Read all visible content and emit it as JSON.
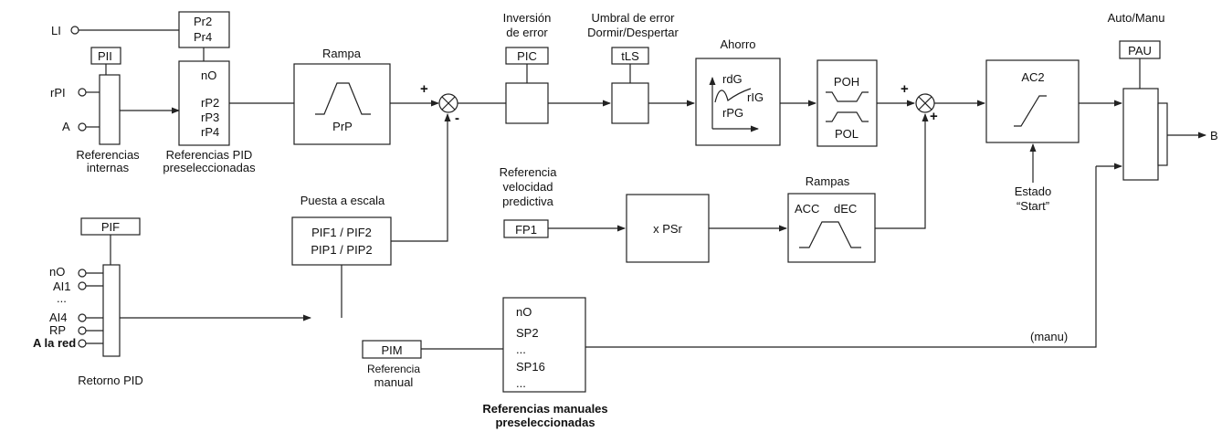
{
  "inputs": {
    "li": "LI",
    "rpi": "rPI",
    "a": "A",
    "no": "nO",
    "ai1": "AI1",
    "ellipsis": "...",
    "ai4": "AI4",
    "rp": "RP",
    "a_la_red": "A la red"
  },
  "blocks": {
    "pr2": "Pr2",
    "pr4": "Pr4",
    "pii": "PII",
    "pid_refs": [
      "nO",
      "rP2",
      "rP3",
      "rP4"
    ],
    "rampa_title": "Rampa",
    "prp": "PrP",
    "pif": "PIF",
    "scale_title": "Puesta a escala",
    "scale_lines": [
      "PIF1 / PIF2",
      "PIP1 / PIP2"
    ],
    "inversion_title": [
      "Inversión",
      "de error"
    ],
    "pic": "PIC",
    "umbral_title": [
      "Umbral de error",
      "Dormir/Despertar"
    ],
    "tls": "tLS",
    "ahorro_title": "Ahorro",
    "rdg": "rdG",
    "rig": "rIG",
    "rpg": "rPG",
    "poh": "POH",
    "pol": "POL",
    "pred_title": [
      "Referencia",
      "velocidad",
      "predictiva"
    ],
    "fp1": "FP1",
    "psr": "x PSr",
    "rampas_title": "Rampas",
    "acc": "ACC",
    "dec": "dEC",
    "ac2": "AC2",
    "estado": [
      "Estado",
      "“Start”"
    ],
    "auto_manu": "Auto/Manu",
    "pau": "PAU",
    "output_b": "B",
    "pim": "PIM",
    "ref_manual": [
      "Referencia",
      "manual"
    ],
    "manual_refs": [
      "nO",
      "SP2",
      "...",
      "SP16",
      "..."
    ],
    "manu": "(manu)"
  },
  "captions": {
    "ref_internas": [
      "Referencias",
      "internas"
    ],
    "ref_pid": [
      "Referencias PID",
      "preseleccionadas"
    ],
    "retorno": "Retorno PID",
    "ref_manuales": [
      "Referencias manuales",
      "preseleccionadas"
    ]
  },
  "signs": {
    "plus": "+",
    "minus": "-"
  }
}
